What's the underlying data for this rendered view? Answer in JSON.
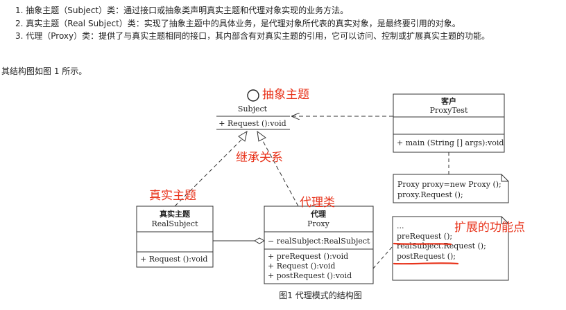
{
  "list_items": [
    "1. 抽象主题（Subject）类：通过接口或抽象类声明真实主题和代理对象实现的业务方法。",
    "2. 真实主题（Real Subject）类：实现了抽象主题中的具体业务，是代理对象所代表的真实对象，是最终要引用的对象。",
    "3. 代理（Proxy）类：提供了与真实主题相同的接口，其内部含有对真实主题的引用，它可以访问、控制或扩展真实主题的功能。"
  ],
  "intro": "其结构图如图 1 所示。",
  "diagram": {
    "subject": {
      "name": "Subject",
      "ops": "+ Request ():void"
    },
    "client": {
      "title": "客户",
      "name": "ProxyTest",
      "ops": "+ main (String [] args):void"
    },
    "client_note": [
      "Proxy proxy=new Proxy ();",
      "proxy.Request ();"
    ],
    "real_subject": {
      "title": "真实主题",
      "name": "RealSubject",
      "ops": "+ Request ():void"
    },
    "proxy": {
      "title": "代理",
      "name": "Proxy",
      "attrs": "− realSubject:RealSubject",
      "ops": [
        "+ preRequest ():void",
        "+ Request ():void",
        "+ postRequest ():void"
      ]
    },
    "proxy_note": [
      "...",
      "preRequest ();",
      "realSubject.Request ();",
      "postRequest ();"
    ],
    "annotations": {
      "abstract_subject": "抽象主题",
      "inheritance": "继承关系",
      "real_subject": "真实主题",
      "proxy_class": "代理类",
      "extension": "扩展的功能点"
    },
    "caption": "图1 代理模式的结构图"
  },
  "colors": {
    "annotation": "#e8341c",
    "line": "#333333"
  }
}
